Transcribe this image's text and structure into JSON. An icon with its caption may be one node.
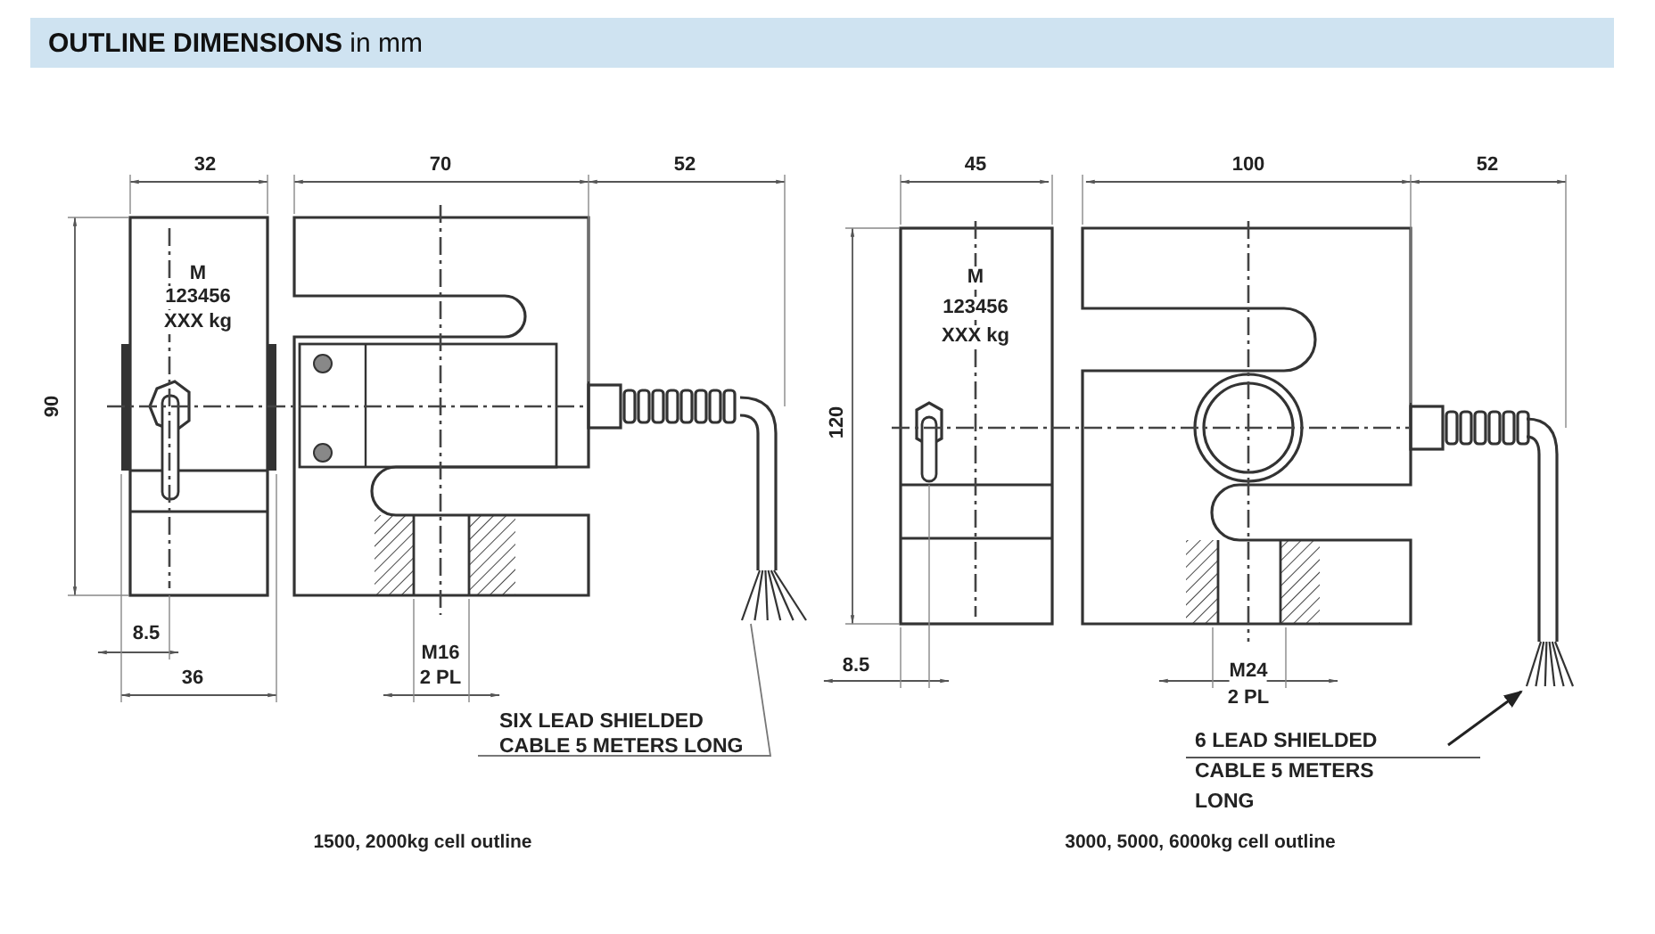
{
  "diagram": {
    "title": "**OUTLINE DIMENSIONS** in mm",
    "nodes": [
      {
        "text": [
          "SIX LEAD SHIELDED CABLE 5 METERS LONG"
        ]
      },
      {
        "text": [],
        "shape": "picture"
      },
      {
        "text": [
          "6 LEAD SHIELDED CABLE 5 METERS LONG"
        ]
      },
      {
        "text": [],
        "shape": "picture"
      }
    ],
    "edges": [
      {
        "from": 0,
        "to": 1,
        "arrow": "none"
      },
      {
        "from": 2,
        "to": 3,
        "arrow": "to"
      }
    ],
    "labels": [
      "32",
      "70",
      "52",
      "M",
      "123456",
      "XXX kg",
      "90",
      "8.5",
      "36",
      "M16",
      "2 PL",
      "45",
      "100",
      "52",
      "M",
      "123456",
      "XXX kg",
      "120",
      "8.5",
      "M24",
      "2 PL",
      "1500, 2000kg cell outline",
      "3000, 5000, 6000kg cell outline"
    ]
  }
}
